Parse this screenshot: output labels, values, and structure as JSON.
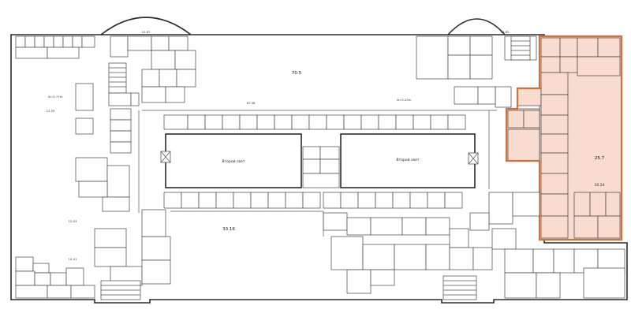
{
  "plan": {
    "courtyard_left": "Второй свет",
    "courtyard_right": "Второй свет",
    "top_dims": [
      "10.87",
      "16.85"
    ],
    "hall_labels": [
      {
        "id": "main-hall-area",
        "text": "70.5"
      },
      {
        "id": "lower-hall-area",
        "text": "33.16"
      },
      {
        "id": "right-block-area",
        "text": "25.7"
      },
      {
        "id": "right-block-area-2",
        "text": "10.24"
      },
      {
        "id": "corridor-dim-left",
        "text": "ln=5.77m"
      },
      {
        "id": "corridor-dim-right",
        "text": "ln=5.43m"
      },
      {
        "id": "left-wing-dim",
        "text": "12.55"
      },
      {
        "id": "left-wing-dim-2",
        "text": "12.03"
      },
      {
        "id": "center-dim",
        "text": "67.08"
      },
      {
        "id": "right-dim",
        "text": "14.41"
      }
    ]
  }
}
